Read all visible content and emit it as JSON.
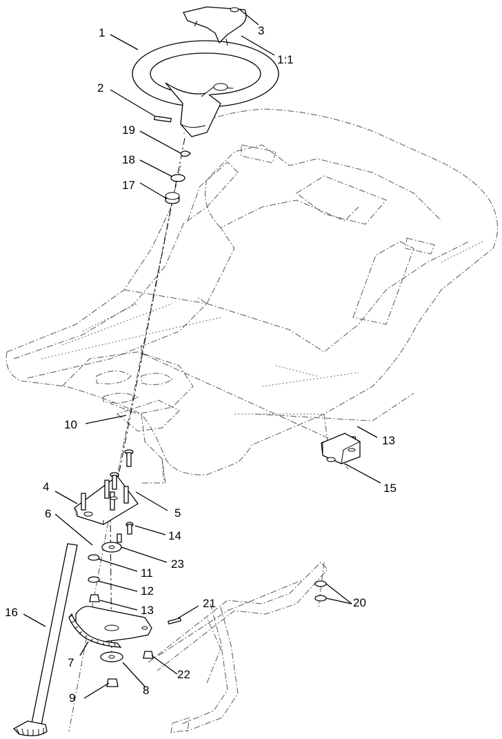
{
  "callouts": [
    {
      "id": "1",
      "text": "1"
    },
    {
      "id": "1-1",
      "text": "1:1"
    },
    {
      "id": "2",
      "text": "2"
    },
    {
      "id": "3",
      "text": "3"
    },
    {
      "id": "4",
      "text": "4"
    },
    {
      "id": "5",
      "text": "5"
    },
    {
      "id": "6",
      "text": "6"
    },
    {
      "id": "7",
      "text": "7"
    },
    {
      "id": "8",
      "text": "8"
    },
    {
      "id": "9",
      "text": "9"
    },
    {
      "id": "10",
      "text": "10"
    },
    {
      "id": "11",
      "text": "11"
    },
    {
      "id": "12",
      "text": "12"
    },
    {
      "id": "13a",
      "text": "13"
    },
    {
      "id": "13b",
      "text": "13"
    },
    {
      "id": "14",
      "text": "14"
    },
    {
      "id": "15",
      "text": "15"
    },
    {
      "id": "16",
      "text": "16"
    },
    {
      "id": "17",
      "text": "17"
    },
    {
      "id": "18",
      "text": "18"
    },
    {
      "id": "19",
      "text": "19"
    },
    {
      "id": "20",
      "text": "20"
    },
    {
      "id": "21",
      "text": "21"
    },
    {
      "id": "22",
      "text": "22"
    },
    {
      "id": "23",
      "text": "23"
    }
  ]
}
